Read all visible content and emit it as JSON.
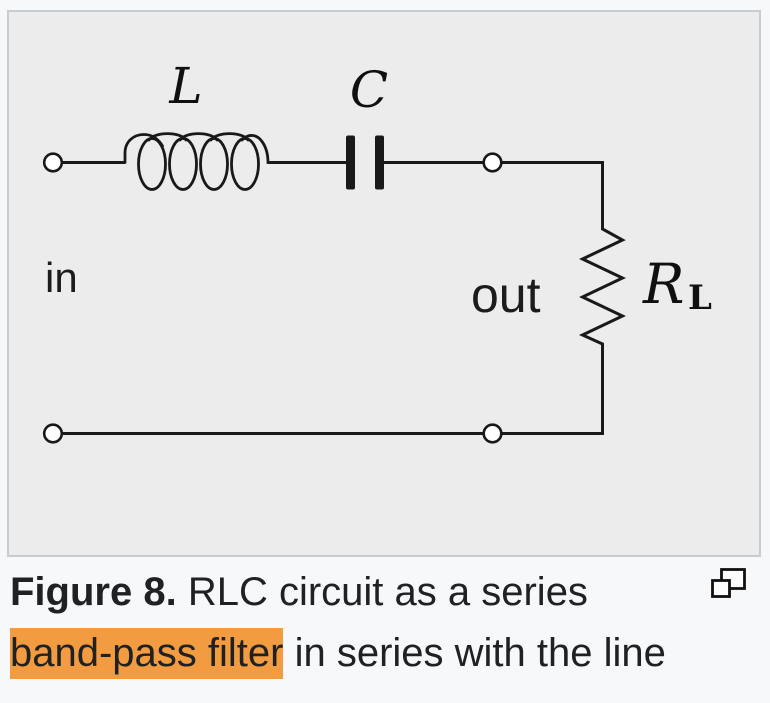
{
  "colors": {
    "page_bg": "#f7f8fa",
    "figure_bg": "#ececed",
    "figure_border": "#c8cbd1",
    "circuit_line": "#191919",
    "caption_text": "#202122",
    "highlight": "#f39b40",
    "terminal_fill": "#ffffff"
  },
  "figure": {
    "labels": {
      "inductor": "L",
      "capacitor": "C",
      "resistor_main": "R",
      "resistor_sub": "L",
      "input": "in",
      "output": "out"
    }
  },
  "caption": {
    "line1_bold": "Figure 8.",
    "line1_rest": " RLC circuit as a series",
    "line2_highlight": "band-pass filter",
    "line2_rest": " in series with the line"
  },
  "icons": [
    {
      "name": "expand-thumbnail-icon"
    }
  ]
}
